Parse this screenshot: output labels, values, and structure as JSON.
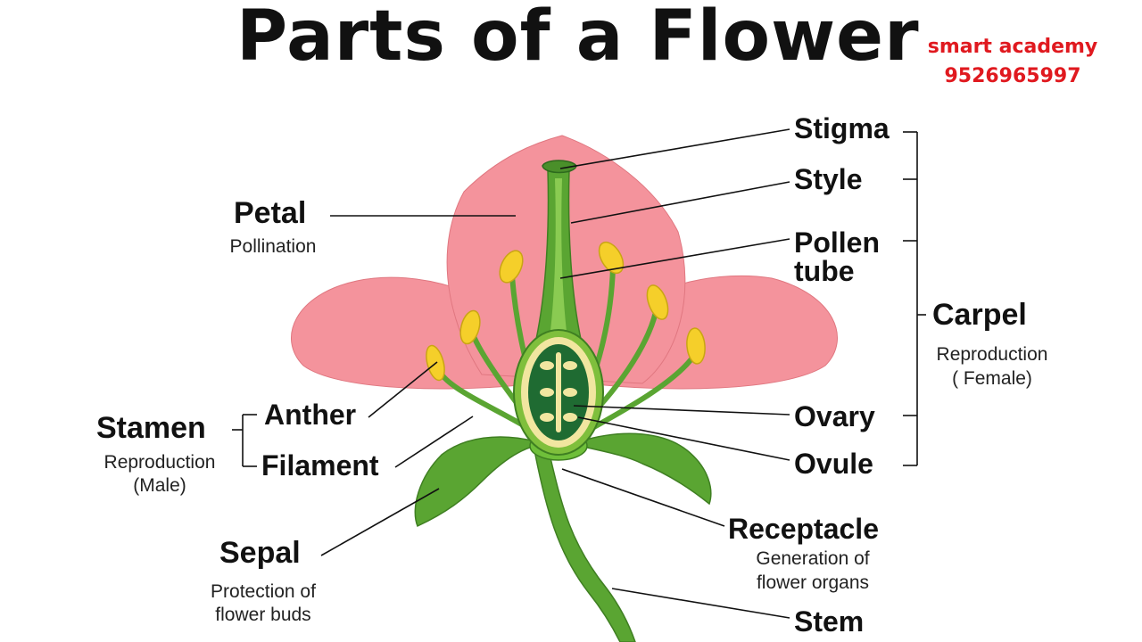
{
  "title": "Parts of a Flower",
  "brand": {
    "name": "smart academy",
    "phone": "9526965997"
  },
  "labels": {
    "stigma": "Stigma",
    "style": "Style",
    "pollen_tube_line1": "Pollen",
    "pollen_tube_line2": "tube",
    "carpel": "Carpel",
    "carpel_desc_line1": "Reproduction",
    "carpel_desc_line2": "( Female)",
    "petal": "Petal",
    "petal_desc": "Pollination",
    "stamen": "Stamen",
    "stamen_desc_line1": "Reproduction",
    "stamen_desc_line2": "(Male)",
    "anther": "Anther",
    "filament": "Filament",
    "ovary": "Ovary",
    "ovule": "Ovule",
    "sepal": "Sepal",
    "sepal_desc_line1": "Protection of",
    "sepal_desc_line2": "flower buds",
    "receptacle": "Receptacle",
    "receptacle_desc_line1": "Generation of",
    "receptacle_desc_line2": "flower organs",
    "stem": "Stem"
  },
  "colors": {
    "petal": "#f4939c",
    "stem_green": "#5aa532",
    "dark_green": "#2d6a1d",
    "ovary_inner": "#1f6b32",
    "anther_yellow": "#f5cf2a",
    "brand_red": "#e0191f"
  }
}
